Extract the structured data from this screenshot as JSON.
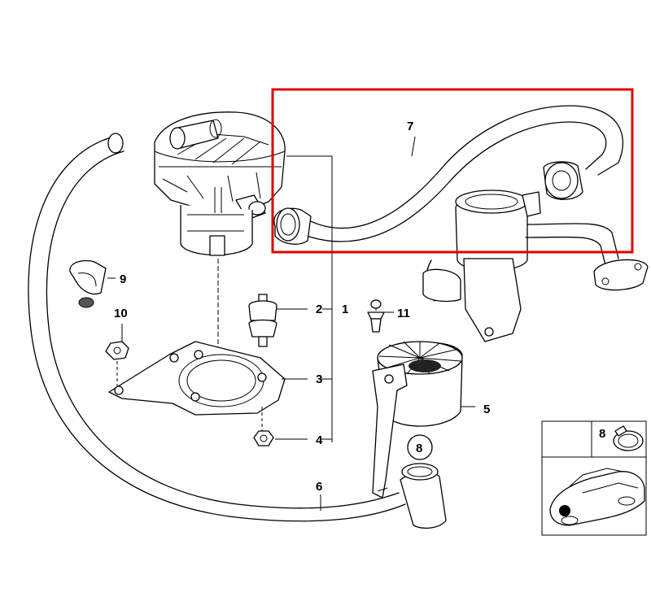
{
  "diagram": {
    "callouts": [
      {
        "id": "c1",
        "label": "1"
      },
      {
        "id": "c2",
        "label": "2"
      },
      {
        "id": "c3",
        "label": "3"
      },
      {
        "id": "c4",
        "label": "4"
      },
      {
        "id": "c5",
        "label": "5"
      },
      {
        "id": "c6",
        "label": "6"
      },
      {
        "id": "c7",
        "label": "7"
      },
      {
        "id": "c8",
        "label": "8"
      },
      {
        "id": "c8b",
        "label": "8"
      },
      {
        "id": "c9",
        "label": "9"
      },
      {
        "id": "c10",
        "label": "10"
      },
      {
        "id": "c11",
        "label": "11"
      }
    ],
    "highlight_color": "#e00000"
  }
}
